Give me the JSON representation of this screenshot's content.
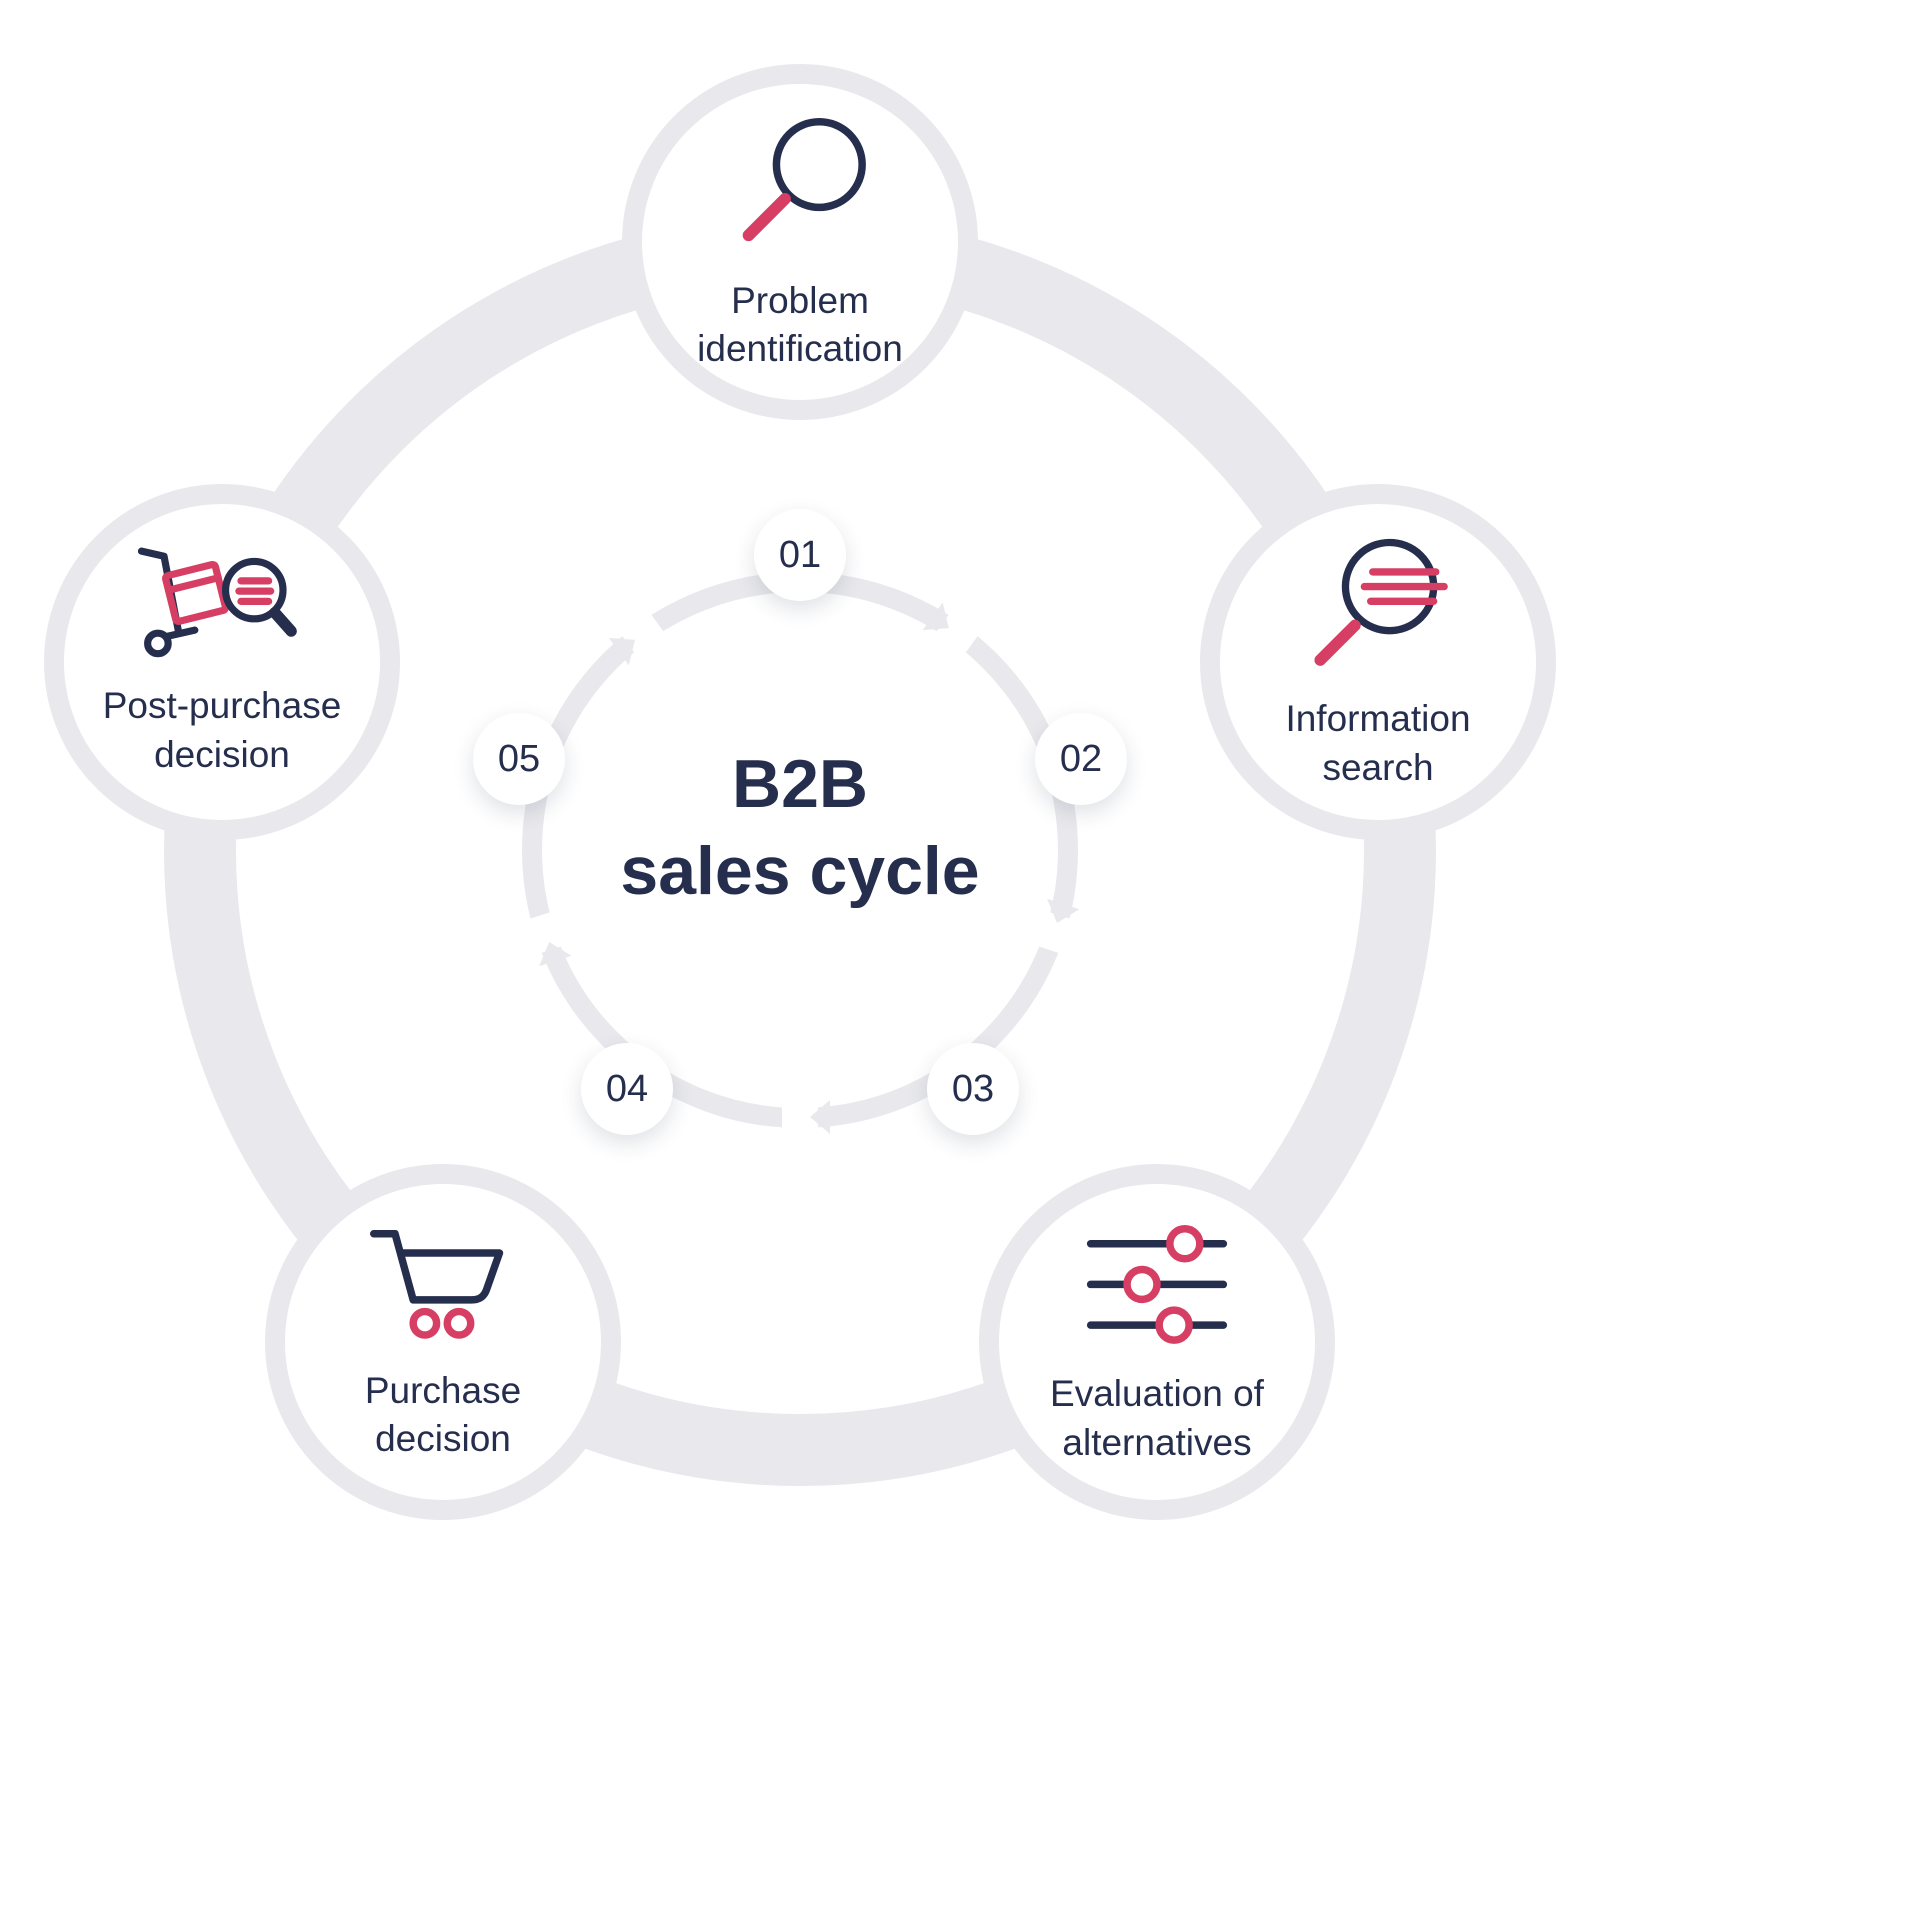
{
  "title": {
    "line1": "B2B",
    "line2": "sales cycle"
  },
  "steps": [
    {
      "number": "01",
      "label": "Problem identification"
    },
    {
      "number": "02",
      "label": "Information search"
    },
    {
      "number": "03",
      "label": "Evaluation of alternatives"
    },
    {
      "number": "04",
      "label": "Purchase decision"
    },
    {
      "number": "05",
      "label": "Post-purchase decision"
    }
  ],
  "icons": [
    "magnifier-icon",
    "magnifier-speed-lines-icon",
    "sliders-icon",
    "shopping-cart-icon",
    "dolly-with-magnifier-icon"
  ],
  "colors": {
    "navy": "#262e4e",
    "red": "#d63e63",
    "ring": "#e9e9ed",
    "background": "#ffffff"
  }
}
